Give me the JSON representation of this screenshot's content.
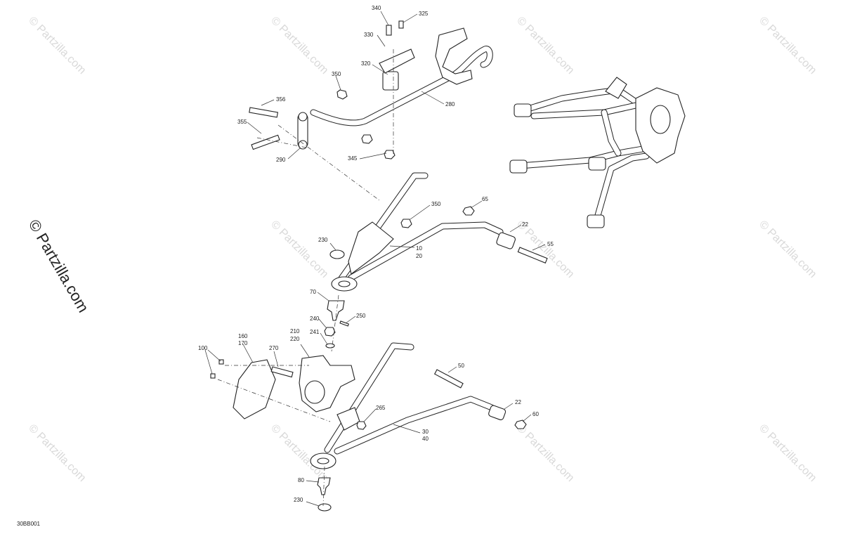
{
  "watermark_text": "© Partzilla.com",
  "side_watermark_text": "© Partzilla.com",
  "diagram_code": "30BB001",
  "callouts": {
    "c340": "340",
    "c325": "325",
    "c330": "330",
    "c320": "320",
    "c350a": "350",
    "c356": "356",
    "c355": "355",
    "c290": "290",
    "c280": "280",
    "c345": "345",
    "c350b": "350",
    "c65": "65",
    "c22a": "22",
    "c55": "55",
    "c10": "10",
    "c20": "20",
    "c230a": "230",
    "c70": "70",
    "c250": "250",
    "c240": "240",
    "c241": "241",
    "c210": "210",
    "c220": "220",
    "c160": "160",
    "c170": "170",
    "c270": "270",
    "c100": "100",
    "c50": "50",
    "c22b": "22",
    "c60": "60",
    "c265": "265",
    "c30": "30",
    "c40": "40",
    "c80": "80",
    "c230b": "230"
  },
  "colors": {
    "line": "#222222",
    "watermark": "#d9d9d9",
    "background": "#ffffff"
  }
}
